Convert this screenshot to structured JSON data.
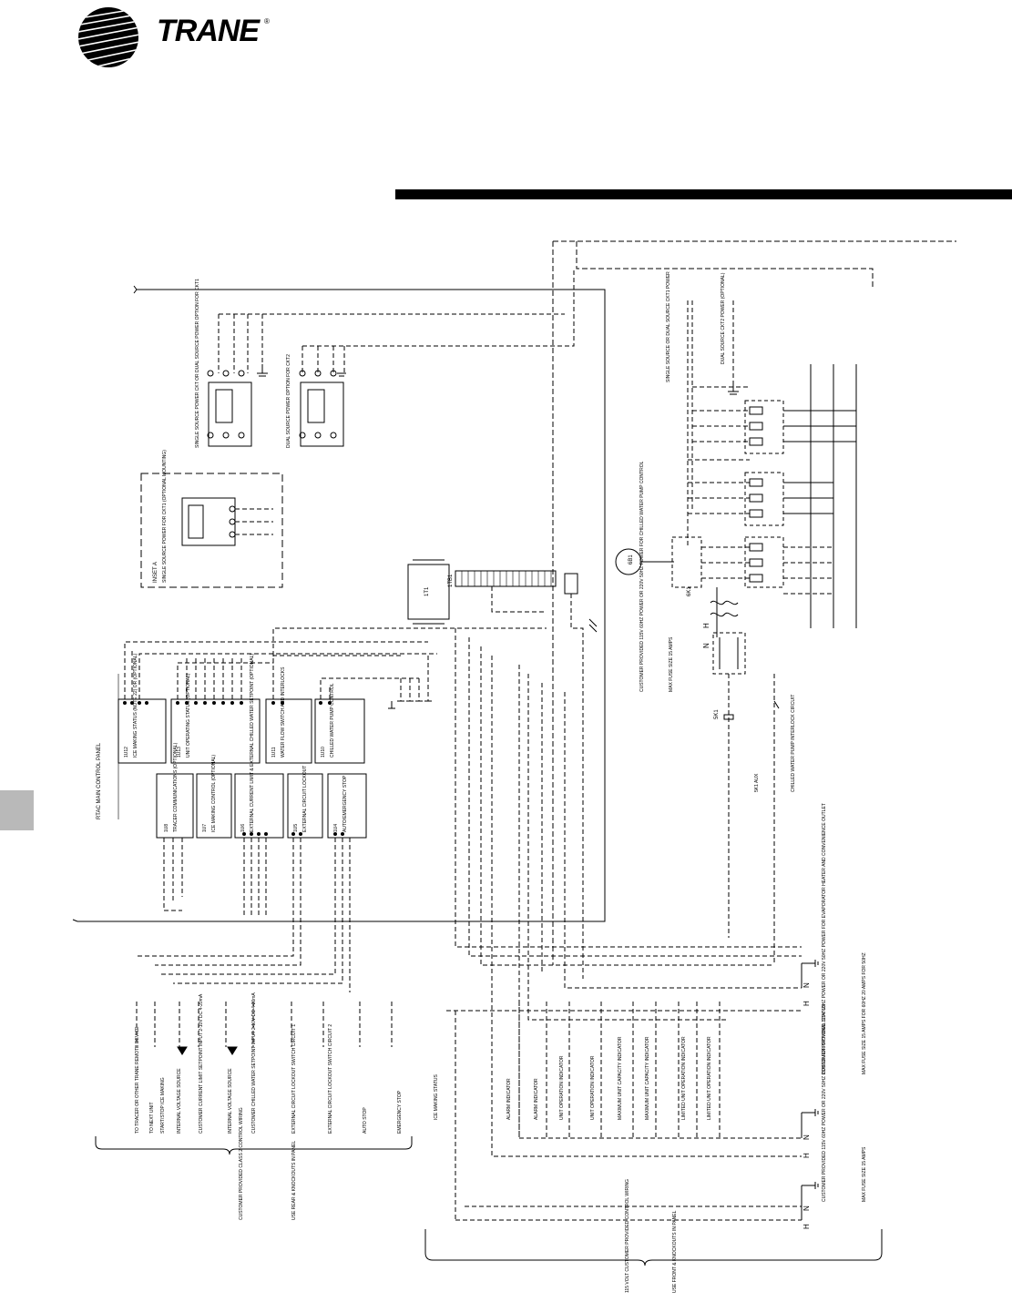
{
  "brand": {
    "name": "TRANE",
    "reg_mark": "®"
  },
  "colors": {
    "header_bar": "#000000",
    "section_tab": "#b9b9b9",
    "ink": "#000000"
  },
  "panel": {
    "title": "RTAC MAIN CONTROL PANEL"
  },
  "power_blocks": {
    "single_source": "SINGLE SOURCE POWER CKT OR DUAL SOURCE POWER OPTION FOR CKT1",
    "dual_source": "DUAL SOURCE POWER OPTION FOR CKT2",
    "inset_title": "INSET A",
    "inset_subtitle": "SINGLE SOURCE POWER FOR CKT1 (OPTIONAL MOUNTING)",
    "right_single": "SINGLE SOURCE OR DUAL SOURCE CKT1 POWER",
    "right_dual": "DUAL SOURCE CKT2 POWER (OPTIONAL)"
  },
  "modules": [
    {
      "id": "1U12",
      "label": "ICE MAKING STATUS (NOTE 22) OR (OPTIONAL)"
    },
    {
      "id": "1U13",
      "label": "UNIT OPERATING STATUS (OPTIONAL)"
    },
    {
      "id": "1U11",
      "label": "WATER FLOW SWITCH AND INTERLOCKS"
    },
    {
      "id": "1U10",
      "label": "CHILLED WATER PUMP CONTROL"
    },
    {
      "id": "1U8",
      "label": "TRACER COMMUNICATIONS (OPTIONAL)"
    },
    {
      "id": "1U7",
      "label": "ICE MAKING CONTROL (OPTIONAL)"
    },
    {
      "id": "1U6",
      "label": "EXTERNAL CURRENT LIMIT & EXTERNAL CHILLED WATER SETPOINT (OPTIONAL)"
    },
    {
      "id": "1U5",
      "label": "EXTERNAL CIRCUIT LOCKOUT"
    },
    {
      "id": "1U4",
      "label": "AUTO/EMERGENCY STOP"
    }
  ],
  "customer_inputs": [
    "TO TRACER OR OTHER TRANE REMOTE DEVICE",
    "TO NEXT UNIT",
    "START/STOP ICE MAKING",
    "INTERNAL VOLTAGE SOURCE",
    "CUSTOMER CURRENT LIMIT SETPOINT INPUT 2-10V DC 4-20mA",
    "INTERNAL VOLTAGE SOURCE",
    "CUSTOMER CHILLED WATER SETPOINT INPUT 2-10V DC 4-20mA",
    "EXTERNAL CIRCUIT LOCKOUT SWITCH CIRCUIT 1",
    "EXTERNAL CIRCUIT LOCKOUT SWITCH CIRCUIT 2",
    "AUTO STOP",
    "EMERGENCY STOP"
  ],
  "customer_wiring_note": "CUSTOMER PROVIDED CLASS 2 CONTROL WIRING",
  "low_voltage_note": "USE REAR & KNOCKOUTS IN PANEL",
  "indicators": [
    "ICE MAKING STATUS",
    "ALARM INDICATOR",
    "ALARM INDICATOR",
    "UNIT OPERATION INDICATOR",
    "UNIT OPERATION INDICATOR",
    "MAXIMUM UNIT CAPACITY INDICATOR",
    "MAXIMUM UNIT CAPACITY INDICATOR",
    "LIMITED UNIT OPERATION INDICATOR",
    "LIMITED UNIT OPERATION INDICATOR"
  ],
  "power_notes": {
    "pump_power": "CUSTOMER PROVIDED 115V 60HZ POWER OR 220V 50HZ POWER FOR CHILLED WATER PUMP CONTROL",
    "pump_fuse": "MAX FUSE SIZE 15 AMPS",
    "evap_power": "CUSTOMER PROVIDED 115V 60HZ POWER OR 220V 50HZ POWER FOR EVAPORATOR HEATER AND CONVENIENCE OUTLET",
    "evap_fuse": "MAX FUSE SIZE 15 AMPS FOR 60HZ 20 AMPS FOR 50HZ",
    "status_power": "CUSTOMER PROVIDED 115V 60HZ POWER OR 220V 50HZ POWER FOR OPTIONAL STATUS",
    "status_fuse": "MAX FUSE SIZE 15 AMPS",
    "pump_interlock": "CHILLED WATER PUMP INTERLOCK CIRCUIT",
    "pump_aux": "5K1 AUX"
  },
  "customer_115v": "115 VOLT CUSTOMER PROVIDED CONTROL WIRING",
  "customer_115v_note": "USE FRONT & KNOCKOUTS IN PANEL",
  "terminals": {
    "hn": [
      "H",
      "N"
    ]
  },
  "devices": {
    "transformer": "1T1",
    "terminal_block": "1TB1",
    "motor": "6B1",
    "contactor": "6K1",
    "pump_relay": "5K1"
  }
}
